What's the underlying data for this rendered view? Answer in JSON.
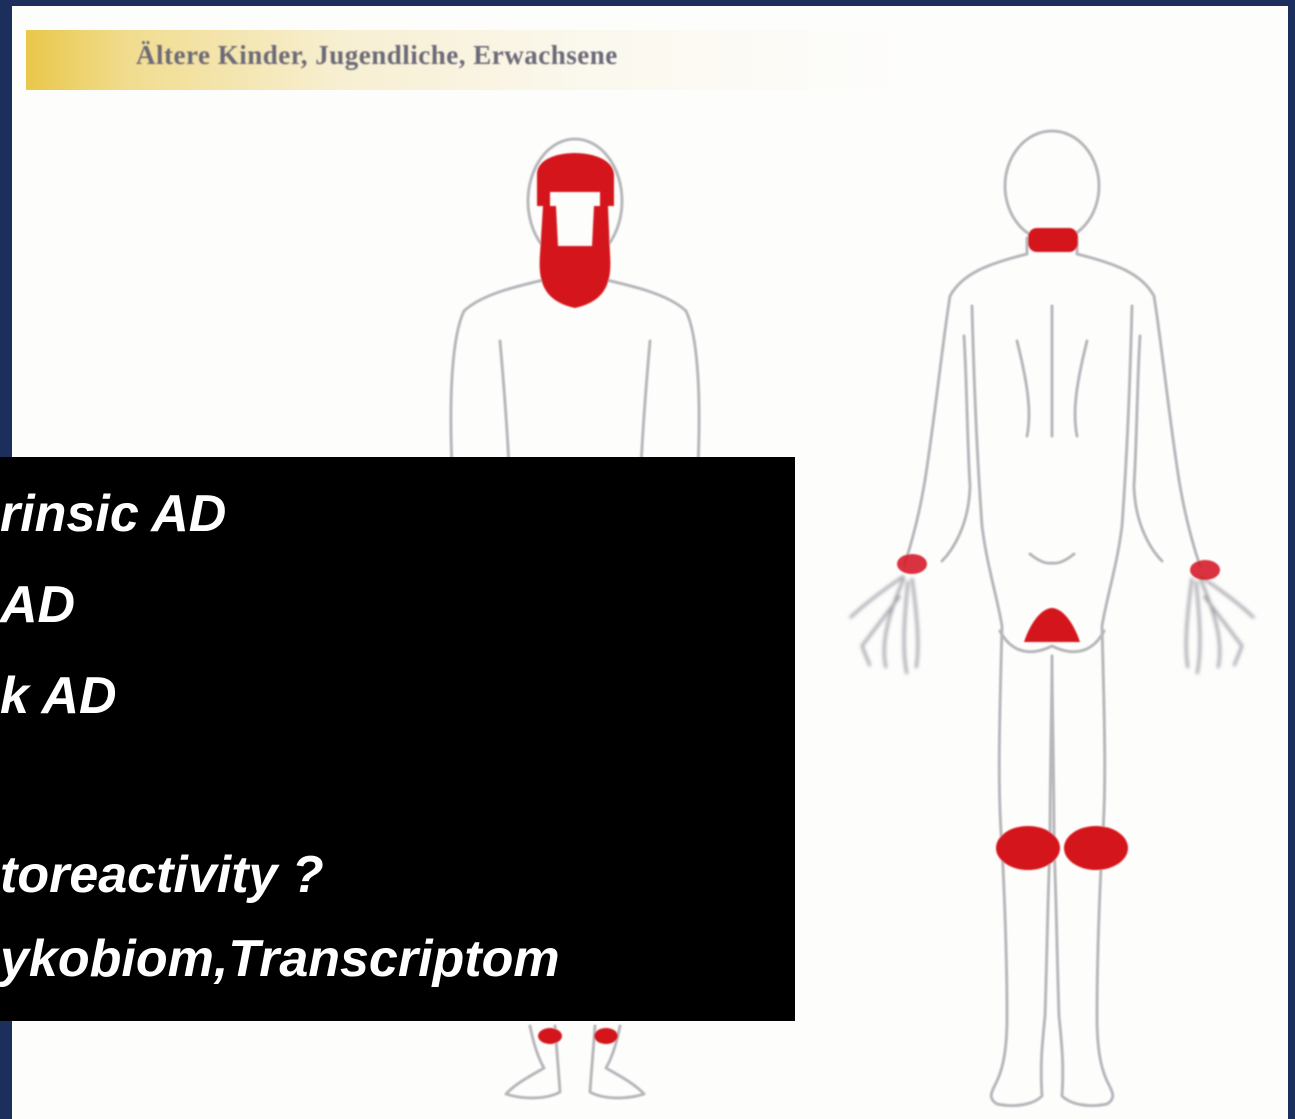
{
  "figure": {
    "caption": "Ältere Kinder, Jugendliche, Erwachsene",
    "colors": {
      "frame": "#1b2e5c",
      "panel": "#fdfdfc",
      "band": "#e9c74a",
      "outline": "#b8b8bc",
      "lesion": "#d4121f"
    },
    "views": [
      "front-view",
      "back-view"
    ]
  },
  "overlay": {
    "lines": [
      "rinsic AD",
      "AD",
      "k AD",
      "",
      "toreactivity ?",
      "ykobiom,Transcriptom"
    ]
  }
}
